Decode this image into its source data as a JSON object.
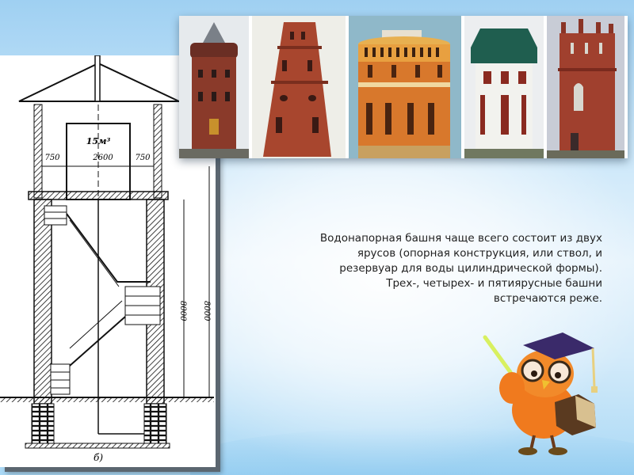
{
  "slide": {
    "description_lines": [
      "Водонапорная башня чаще всего состоит из двух",
      "ярусов (опорная конструкция, или ствол, и",
      "резервуар для воды цилиндрической формы).",
      "Трех-, четырех- и пятиярусные башни",
      "встречаются реже."
    ]
  },
  "drawing": {
    "volume_label": "15м³",
    "dim_left": "750",
    "dim_center": "2600",
    "dim_right": "750",
    "height_inner": "8000",
    "height_outer": "8000",
    "caption": "б)"
  },
  "photos": [
    {
      "name": "water-tower-photo-1",
      "colors": {
        "main": "#8a3a2a",
        "roof": "#7a8088",
        "sky": "#e8ecef"
      }
    },
    {
      "name": "water-tower-photo-2",
      "colors": {
        "main": "#a8462e",
        "sky": "#f2f2ee"
      }
    },
    {
      "name": "water-tower-photo-3",
      "colors": {
        "main": "#d8782c",
        "sky": "#8fb8c9"
      }
    },
    {
      "name": "water-tower-photo-4",
      "colors": {
        "main": "#f2f2ee",
        "roof": "#1f5e4f",
        "sky": "#eceef0"
      }
    },
    {
      "name": "water-tower-photo-5",
      "colors": {
        "main": "#a0402e",
        "sky": "#c8ccd6"
      }
    }
  ],
  "mascot": {
    "name": "owl-teacher",
    "body_color": "#f07a1e",
    "cap_color": "#3a2a6a"
  }
}
